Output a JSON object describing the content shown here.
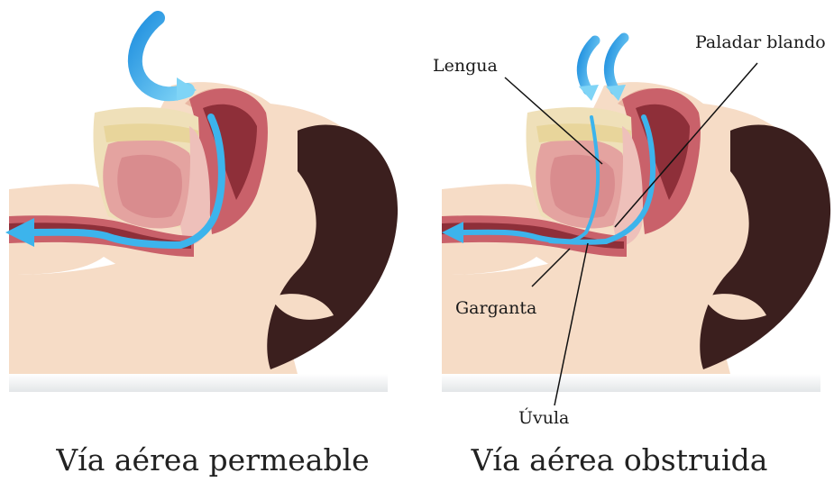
{
  "panels": {
    "left": {
      "caption": "Vía aérea permeable"
    },
    "right": {
      "caption": "Vía aérea obstruida"
    }
  },
  "labels": {
    "tongue": "Lengua",
    "soft_palate": "Paladar blando",
    "throat": "Garganta",
    "uvula": "Úvula"
  },
  "colors": {
    "skin": "#f6dcc6",
    "hair": "#3b1f1e",
    "muscle": "#c9616a",
    "muscle_dark": "#8e2f39",
    "tissue": "#eec0ba",
    "bone": "#efe0b9",
    "airflow": "#3cb4ec",
    "pillow": "#eef0f0"
  }
}
